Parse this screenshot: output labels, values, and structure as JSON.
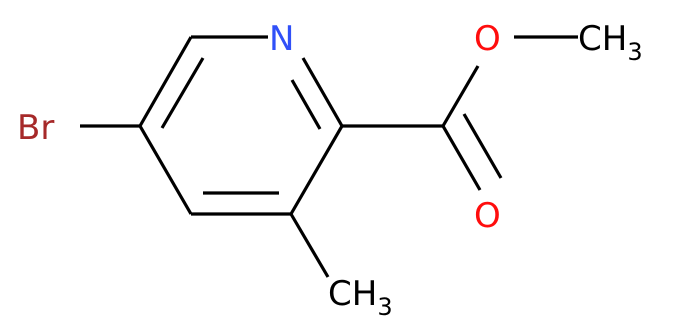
{
  "molecule": {
    "atoms": {
      "bromine": "Br",
      "nitrogen": "N",
      "ester_oxygen": "O",
      "carbonyl_oxygen": "O",
      "ester_methyl_main": "CH",
      "ester_methyl_sub": "3",
      "ring_methyl_main": "CH",
      "ring_methyl_sub": "3"
    },
    "colors": {
      "bond": "#000000",
      "bromine": "#a62929",
      "nitrogen": "#3050f8",
      "oxygen": "#ff0d0d",
      "carbon": "#000000"
    }
  }
}
